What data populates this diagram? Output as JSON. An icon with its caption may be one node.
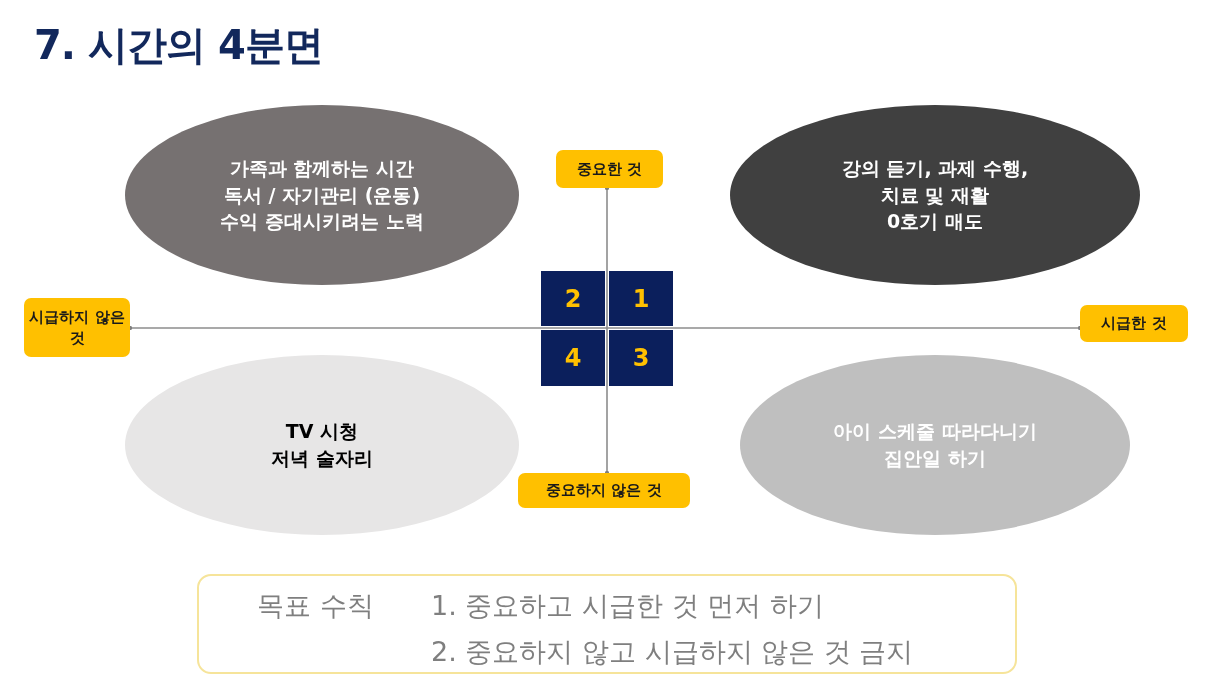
{
  "diagram": {
    "title": "7. 시간의 4분면",
    "nodes": [
      {
        "text": [
          "가족과 함께하는 시간",
          "독서 / 자기관리 (운동)",
          "수익 증대시키려는 노력"
        ]
      },
      {
        "text": [
          "강의 듣기, 과제 수행,",
          "치료 및 재활",
          "0호기 매도"
        ]
      },
      {
        "text": [
          "TV 시청",
          "저녁 술자리"
        ]
      },
      {
        "text": [
          "아이 스케줄 따라다니기",
          "집안일 하기"
        ]
      },
      {
        "text": [
          "중요한 것"
        ]
      },
      {
        "text": [
          "시급하지 않은 것"
        ]
      },
      {
        "text": [
          "시급한 것"
        ]
      },
      {
        "text": [
          "중요하지 않은 것"
        ]
      },
      {
        "text": [
          "2"
        ]
      },
      {
        "text": [
          "1"
        ]
      },
      {
        "text": [
          "4"
        ]
      },
      {
        "text": [
          "3"
        ]
      },
      {
        "text": [
          "목표 수칙",
          "1. 중요하고 시급한 것 먼저 하기",
          "2. 중요하지 않고 시급하지 않은 것 금지"
        ]
      }
    ],
    "edges": [
      {
        "from": 4,
        "to": 7,
        "arrow": "other"
      },
      {
        "from": 5,
        "to": 6,
        "arrow": "other"
      }
    ]
  }
}
